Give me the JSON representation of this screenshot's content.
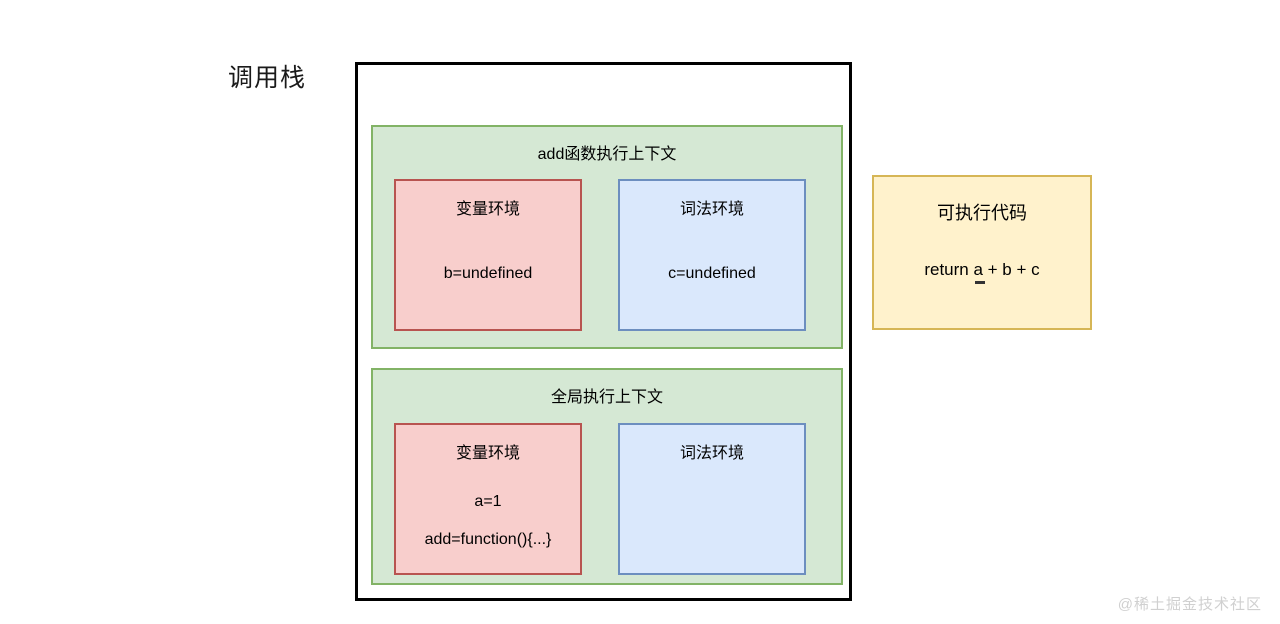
{
  "diagram": {
    "callstack_label": "调用栈",
    "colors": {
      "frame_border": "#000000",
      "context_fill": "#d5e8d4",
      "context_border": "#82b366",
      "variable_env_fill": "#f8cecc",
      "variable_env_border": "#b85450",
      "lexical_env_fill": "#dae8fc",
      "lexical_env_border": "#6c8ebf",
      "exec_code_fill": "#fff2cc",
      "exec_code_border": "#d6b656",
      "text": "#000000",
      "watermark": "#d0d0d0"
    },
    "contexts": [
      {
        "title": "add函数执行上下文",
        "variable_env": {
          "title": "变量环境",
          "lines": [
            "b=undefined"
          ]
        },
        "lexical_env": {
          "title": "词法环境",
          "lines": [
            "c=undefined"
          ]
        }
      },
      {
        "title": "全局执行上下文",
        "variable_env": {
          "title": "变量环境",
          "lines": [
            "a=1",
            "add=function(){...}"
          ]
        },
        "lexical_env": {
          "title": "词法环境",
          "lines": []
        }
      }
    ],
    "exec_code": {
      "title": "可执行代码",
      "line": "return a + b + c"
    },
    "watermark": "@稀土掘金技术社区"
  }
}
